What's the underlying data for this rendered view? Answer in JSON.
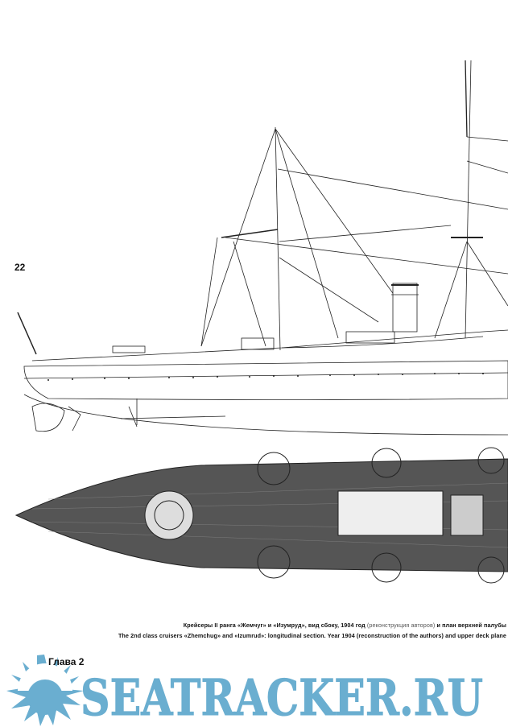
{
  "page": {
    "number": "22",
    "chapter": "Глава 2"
  },
  "caption": {
    "ru_main": "Крейсеры II ранга «Жемчуг» и «Изумруд», вид сбоку,  1904 год",
    "ru_note": "(реконструкция авторов)",
    "ru_end": "и план верхней палубы",
    "en": "The 2nd class cruisers «Zhemchug» and «Izumrud»: longitudinal section. Year 1904 (reconstruction of the authors) and upper deck plane"
  },
  "watermark": {
    "text": "SEATRACKER.RU",
    "color": "#6aaed0"
  }
}
